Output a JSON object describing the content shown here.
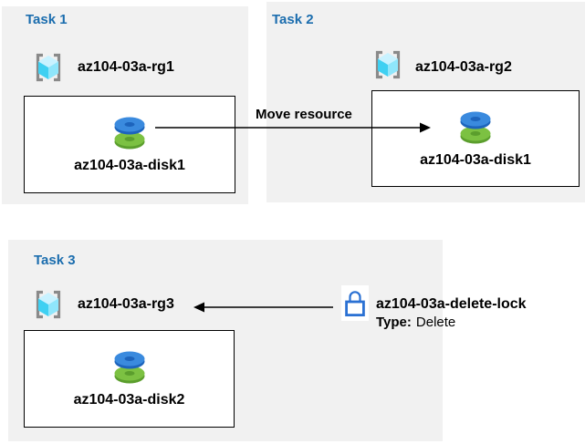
{
  "colors": {
    "panel_bg": "#f1f1f1",
    "title": "#1b6dae",
    "lock_blue": "#2b71d3",
    "bracket": "#8a8a8a",
    "cube_top": "#c9f2ff",
    "cube_left": "#3fd0f2",
    "cube_right": "#8fe6fb",
    "disk_blue_top": "#3a8ade",
    "disk_blue_side": "#1d64bc",
    "disk_green_top": "#7cc142",
    "disk_green_side": "#5b9e2d"
  },
  "tasks": [
    {
      "title": "Task 1",
      "resource_group": "az104-03a-rg1",
      "resource": "az104-03a-disk1"
    },
    {
      "title": "Task 2",
      "resource_group": "az104-03a-rg2",
      "resource": "az104-03a-disk1"
    },
    {
      "title": "Task 3",
      "resource_group": "az104-03a-rg3",
      "resource": "az104-03a-disk2"
    }
  ],
  "move_arrow": {
    "label": "Move resource"
  },
  "lock": {
    "name": "az104-03a-delete-lock",
    "type_label": "Type:",
    "type_value": "Delete"
  }
}
